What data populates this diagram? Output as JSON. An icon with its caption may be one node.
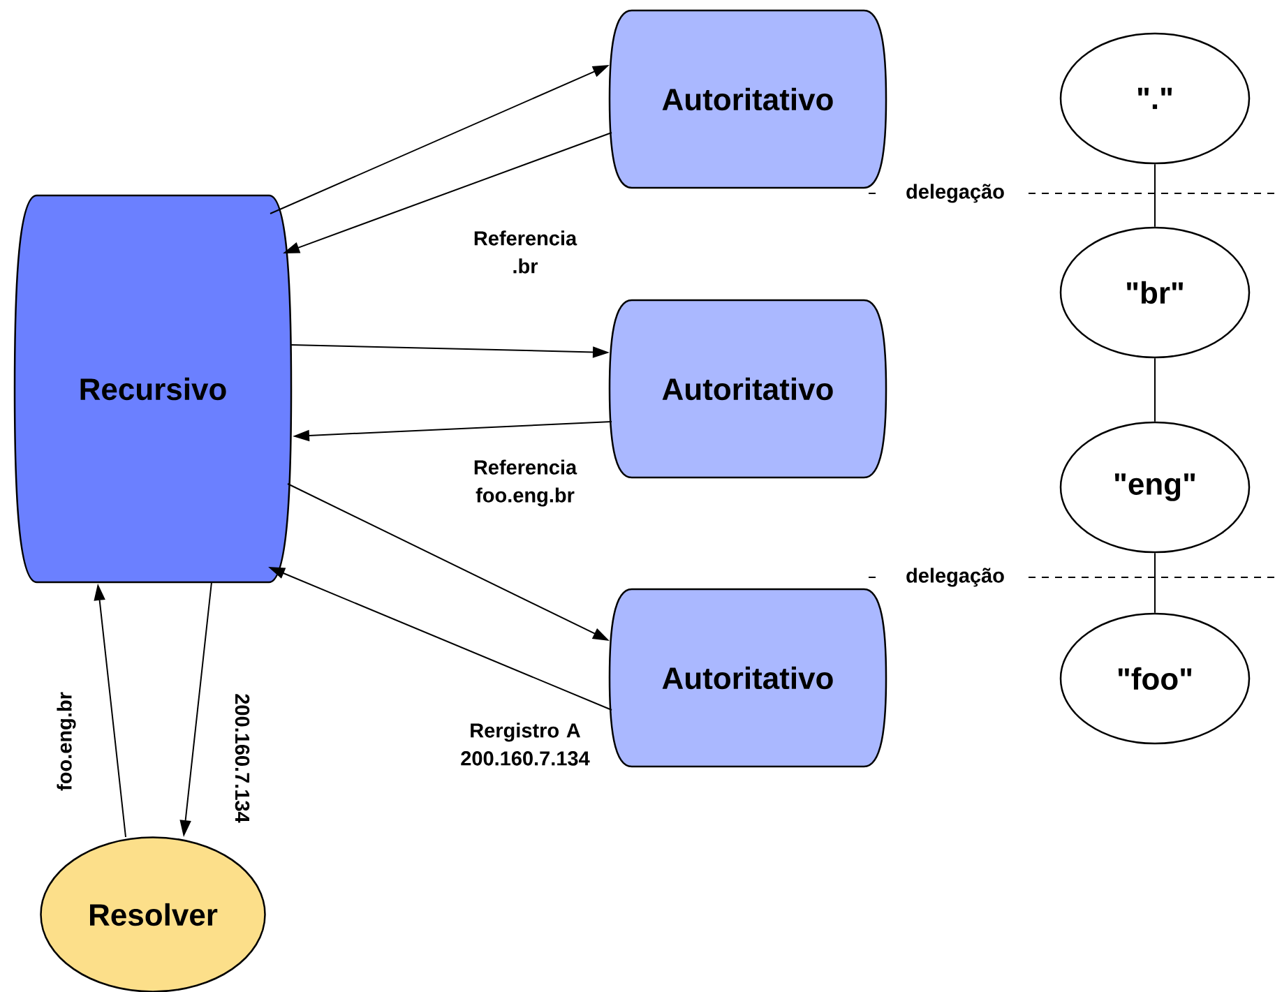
{
  "diagram": {
    "nodes": [
      {
        "text": [
          "Recursivo"
        ]
      },
      {
        "text": [
          "Autoritativo"
        ]
      },
      {
        "text": [
          "Autoritativo"
        ]
      },
      {
        "text": [
          "Autoritativo"
        ]
      },
      {
        "text": [
          "\".\""
        ]
      },
      {
        "text": [
          "\"br\""
        ]
      },
      {
        "text": [
          "\"eng\""
        ]
      },
      {
        "text": [
          "\"foo\""
        ]
      },
      {
        "text": [
          "Resolver"
        ]
      }
    ],
    "edges": [
      {
        "from": 0,
        "to": 1,
        "arrow": "to"
      },
      {
        "from": 1,
        "to": 0,
        "arrow": "to",
        "label": "Referencia .br"
      },
      {
        "from": 0,
        "to": 2,
        "arrow": "to"
      },
      {
        "from": 2,
        "to": 0,
        "arrow": "to",
        "label": "Referencia foo.eng.br"
      },
      {
        "from": 0,
        "to": 3,
        "arrow": "to"
      },
      {
        "from": 3,
        "to": 0,
        "arrow": "to",
        "label": "Rergistro A 200.160.7.134"
      },
      {
        "from": 8,
        "to": 0,
        "arrow": "to",
        "label": "foo.eng.br"
      },
      {
        "from": 0,
        "to": 8,
        "arrow": "to",
        "label": "200.160.7.134"
      },
      {
        "from": 4,
        "to": 5,
        "arrow": "none"
      },
      {
        "from": 5,
        "to": 6,
        "arrow": "none"
      },
      {
        "from": 6,
        "to": 7,
        "arrow": "none"
      }
    ],
    "labels": [
      "delegação",
      "delegação"
    ]
  }
}
